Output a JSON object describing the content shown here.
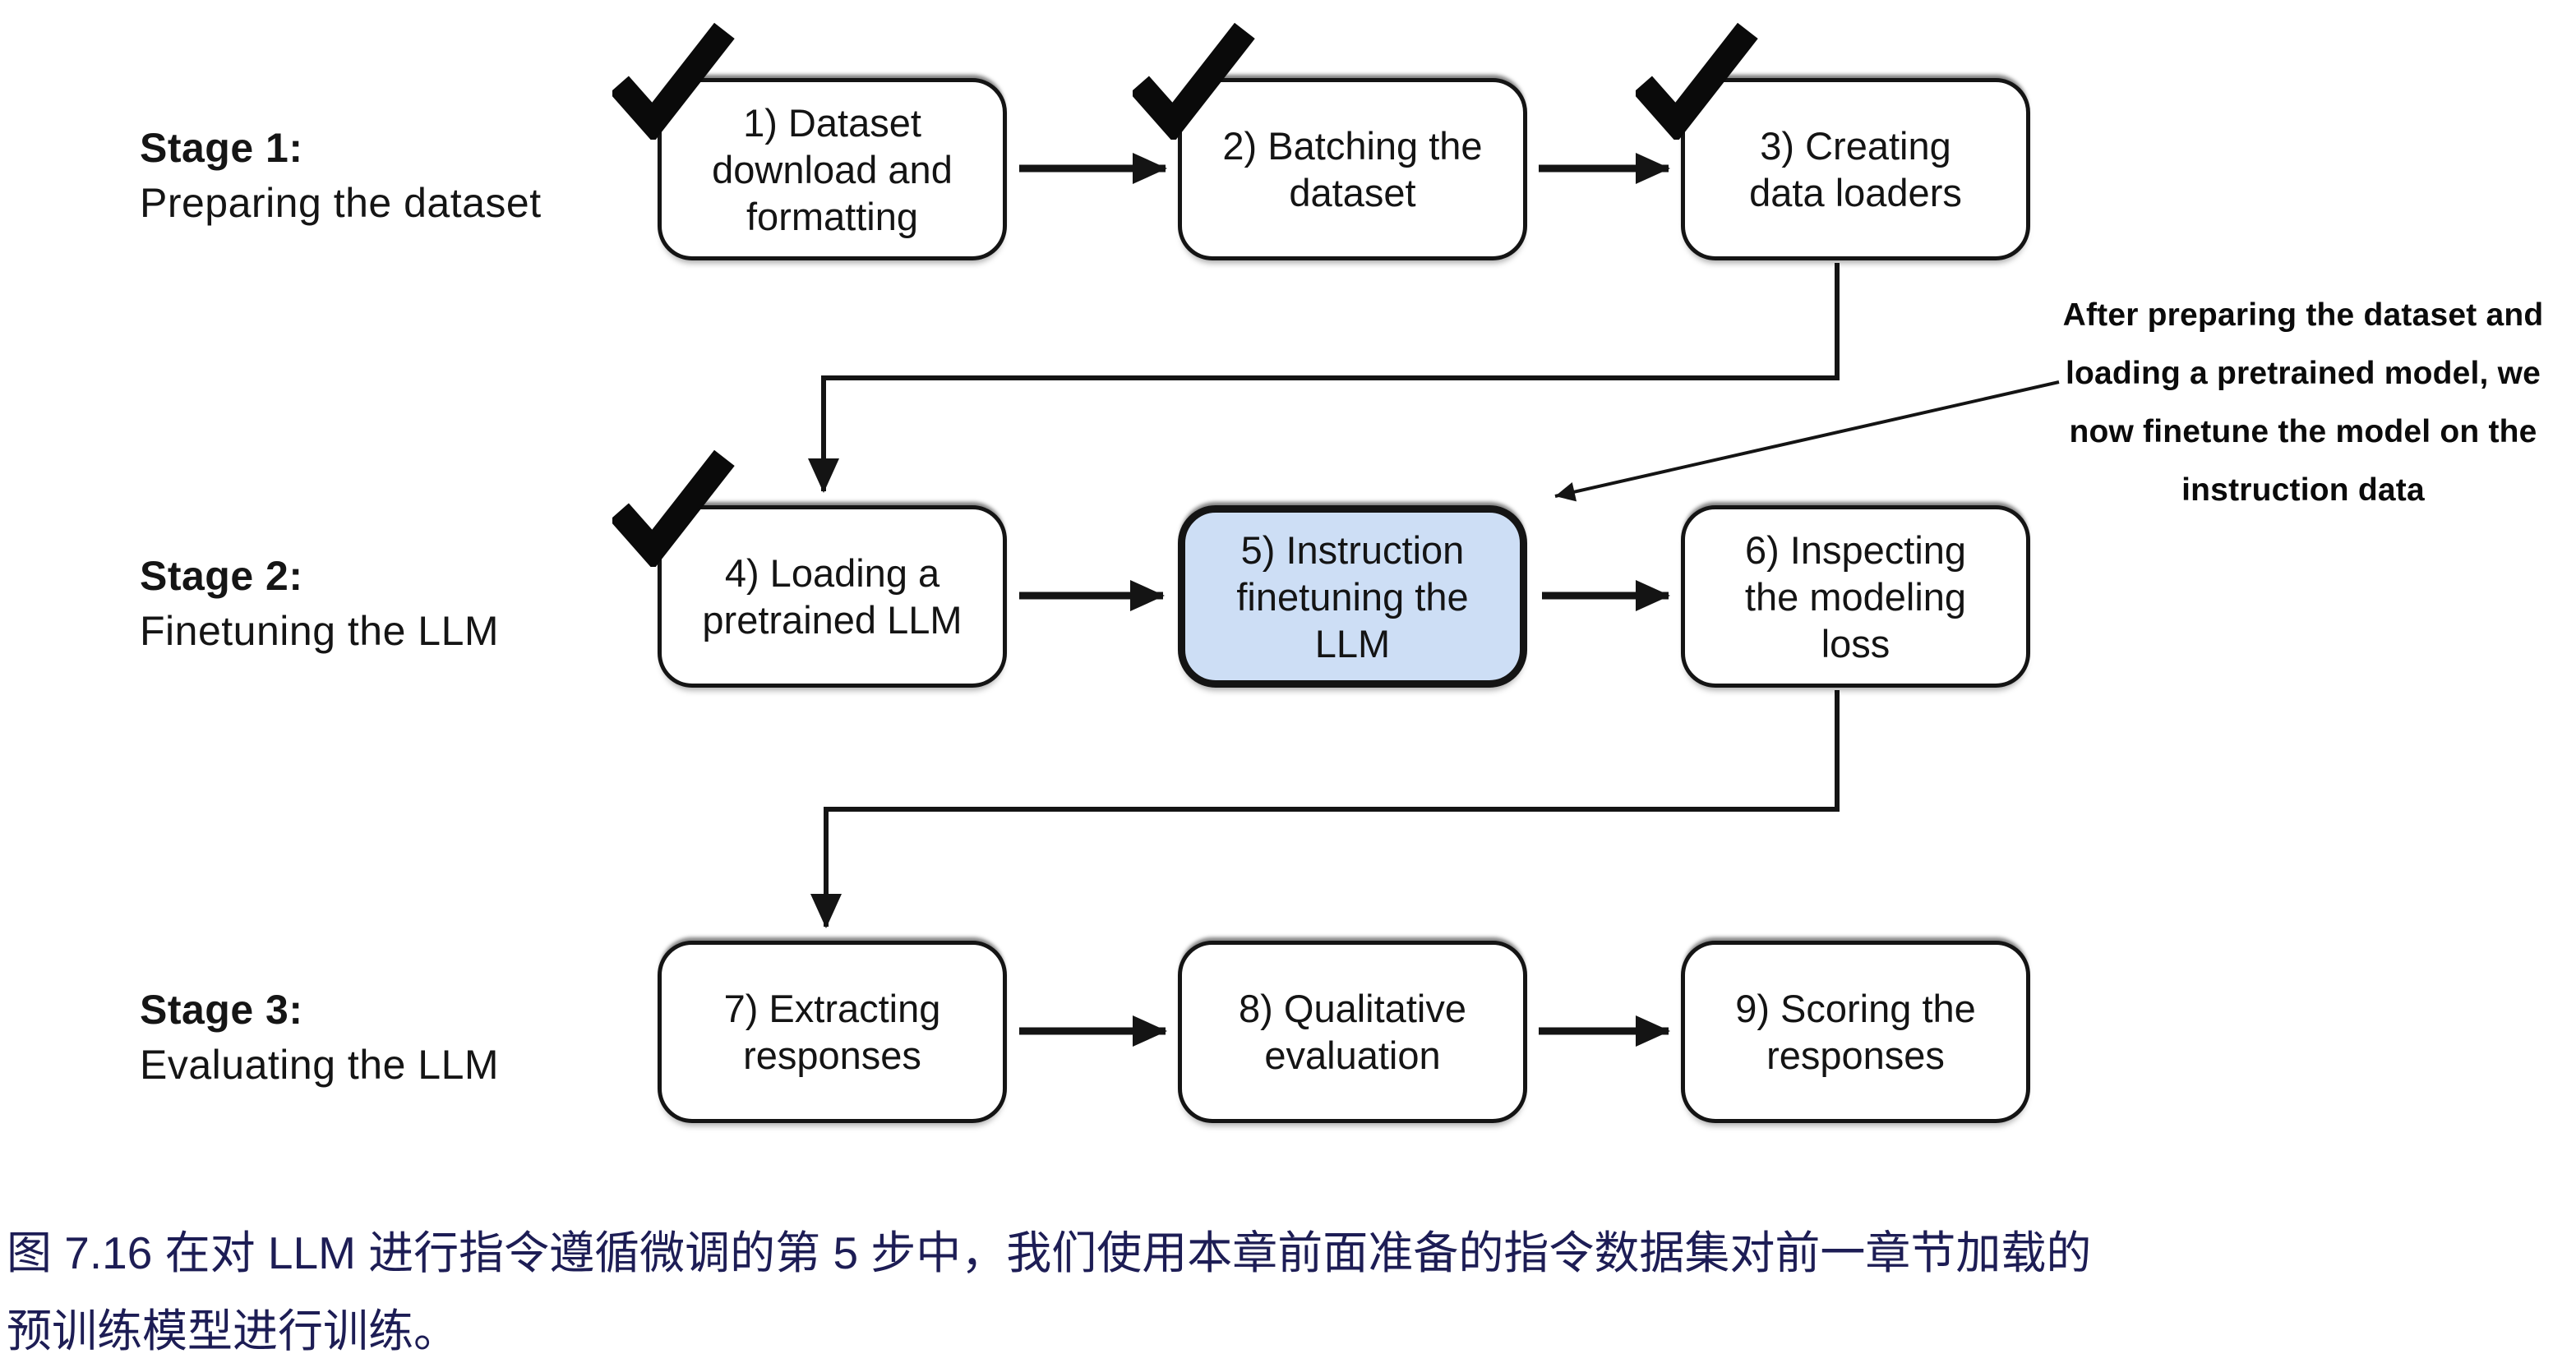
{
  "figure": {
    "stages": [
      {
        "title": "Stage 1:",
        "subtitle": "Preparing the dataset"
      },
      {
        "title": "Stage 2:",
        "subtitle": "Finetuning the LLM"
      },
      {
        "title": "Stage 3:",
        "subtitle": "Evaluating the LLM"
      }
    ],
    "steps": [
      {
        "id": 1,
        "label": "1) Dataset\ndownload and\nformatting",
        "checked": true,
        "highlighted": false
      },
      {
        "id": 2,
        "label": "2) Batching the\ndataset",
        "checked": true,
        "highlighted": false
      },
      {
        "id": 3,
        "label": "3) Creating\ndata loaders",
        "checked": true,
        "highlighted": false
      },
      {
        "id": 4,
        "label": "4) Loading a\npretrained LLM",
        "checked": true,
        "highlighted": false
      },
      {
        "id": 5,
        "label": "5) Instruction\nfinetuning the\nLLM",
        "checked": false,
        "highlighted": true
      },
      {
        "id": 6,
        "label": "6) Inspecting\nthe modeling\nloss",
        "checked": false,
        "highlighted": false
      },
      {
        "id": 7,
        "label": "7) Extracting\nresponses",
        "checked": false,
        "highlighted": false
      },
      {
        "id": 8,
        "label": "8) Qualitative\nevaluation",
        "checked": false,
        "highlighted": false
      },
      {
        "id": 9,
        "label": "9) Scoring the\nresponses",
        "checked": false,
        "highlighted": false
      }
    ],
    "annotation": {
      "lines": [
        "After preparing the dataset and",
        "loading a pretrained model, we",
        "now finetune the model on the",
        "instruction data"
      ]
    },
    "colors": {
      "highlight_fill": "#cddef5",
      "box_border": "#141414",
      "arrow": "#141414",
      "caption_text": "#1d1d55"
    }
  },
  "caption": {
    "lines": [
      "图 7.16 在对 LLM 进行指令遵循微调的第 5 步中，我们使用本章前面准备的指令数据集对前一章节加载的",
      "预训练模型进行训练。"
    ]
  }
}
